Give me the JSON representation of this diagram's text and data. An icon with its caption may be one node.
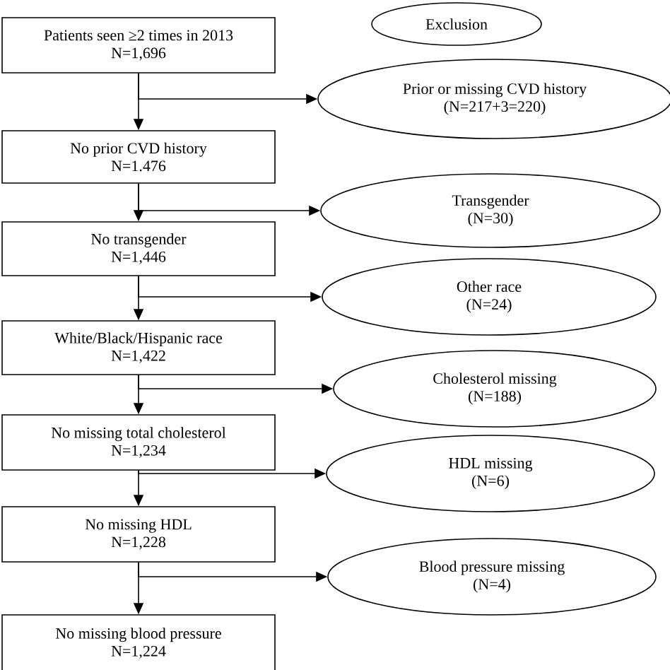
{
  "diagram": {
    "nodes": [
      {
        "text": [
          "Patients seen ≥2 times in 2013",
          "N=1,696"
        ]
      },
      {
        "text": [
          "Exclusion"
        ]
      },
      {
        "text": [
          "Prior or missing CVD history",
          "(N=217+3=220)"
        ]
      },
      {
        "text": [
          "No prior CVD history",
          "N=1.476"
        ]
      },
      {
        "text": [
          "Transgender",
          "(N=30)"
        ]
      },
      {
        "text": [
          "No transgender",
          "N=1,446"
        ]
      },
      {
        "text": [
          "Other race",
          "(N=24)"
        ]
      },
      {
        "text": [
          "White/Black/Hispanic race",
          "N=1,422"
        ]
      },
      {
        "text": [
          "Cholesterol missing",
          "(N=188)"
        ]
      },
      {
        "text": [
          "No missing total cholesterol",
          "N=1,234"
        ]
      },
      {
        "text": [
          "HDL missing",
          "(N=6)"
        ]
      },
      {
        "text": [
          "No missing HDL",
          "N=1,228"
        ]
      },
      {
        "text": [
          "Blood pressure missing",
          "(N=4)"
        ]
      },
      {
        "text": [
          "No missing blood pressure",
          "N=1,224"
        ]
      }
    ],
    "edges": [
      {
        "from": 0,
        "to": 3,
        "arrow": "to"
      },
      {
        "from": 0,
        "to": 2,
        "arrow": "to"
      },
      {
        "from": 3,
        "to": 5,
        "arrow": "to"
      },
      {
        "from": 3,
        "to": 4,
        "arrow": "to"
      },
      {
        "from": 5,
        "to": 7,
        "arrow": "to"
      },
      {
        "from": 5,
        "to": 6,
        "arrow": "to"
      },
      {
        "from": 7,
        "to": 9,
        "arrow": "to"
      },
      {
        "from": 7,
        "to": 8,
        "arrow": "to"
      },
      {
        "from": 9,
        "to": 11,
        "arrow": "to"
      },
      {
        "from": 9,
        "to": 10,
        "arrow": "to"
      },
      {
        "from": 11,
        "to": 13,
        "arrow": "to"
      },
      {
        "from": 11,
        "to": 12,
        "arrow": "to"
      }
    ]
  }
}
